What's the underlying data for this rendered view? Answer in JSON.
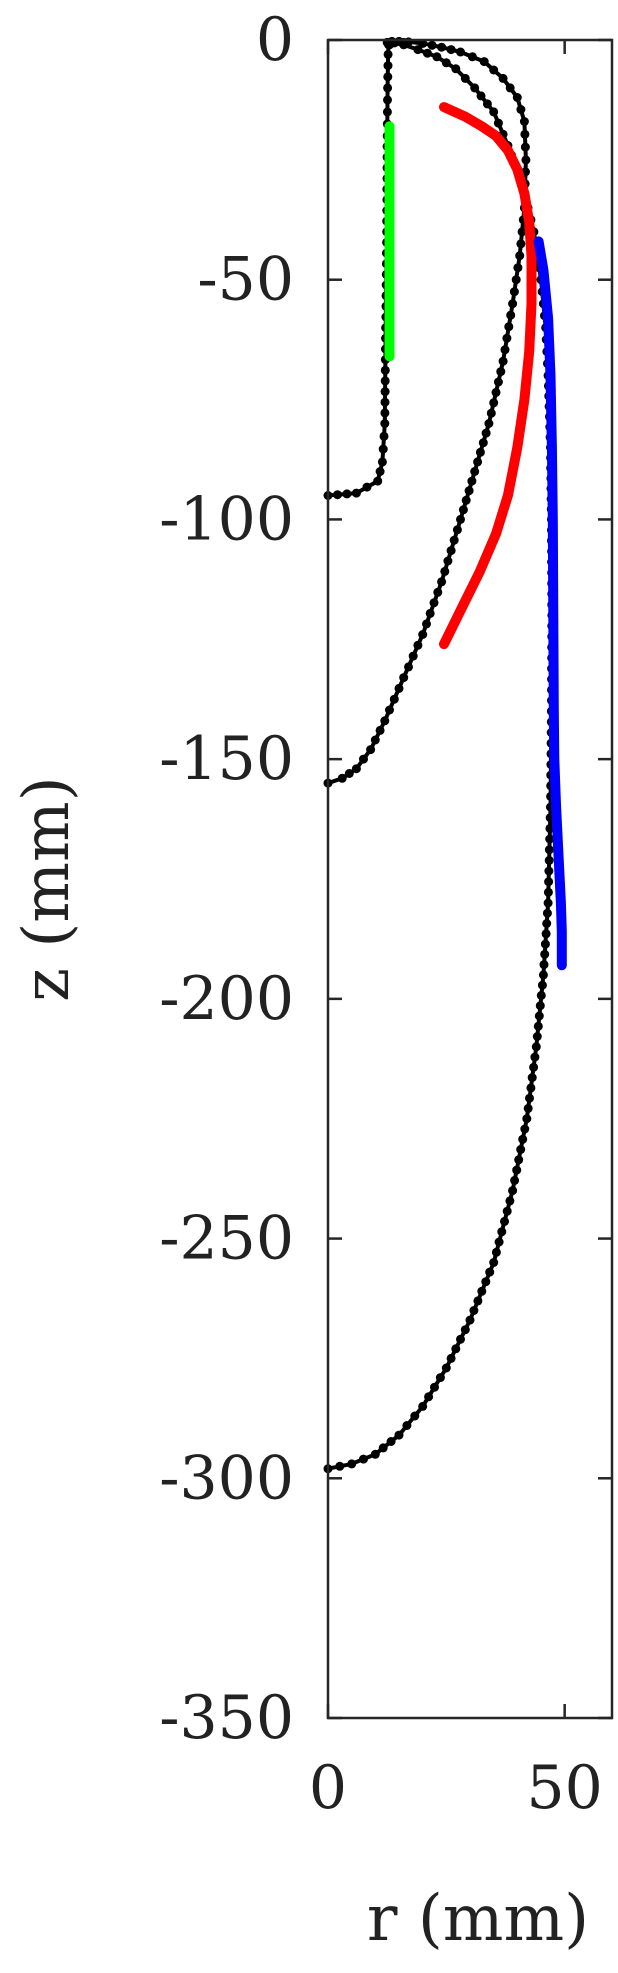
{
  "chart_data": {
    "type": "line",
    "xlabel": "r (mm)",
    "ylabel": "z (mm)",
    "xlim": [
      0,
      60
    ],
    "ylim": [
      -350,
      0
    ],
    "x_ticks": [
      0,
      50
    ],
    "y_ticks": [
      0,
      -50,
      -100,
      -150,
      -200,
      -250,
      -300,
      -350
    ],
    "grid": false,
    "legend": "none",
    "series": [
      {
        "color": "#000000",
        "style": "dots",
        "x": [
          0,
          6,
          10.5,
          11.5,
          12,
          12.2,
          12.4,
          12.5,
          12.6,
          12.7,
          12.8,
          13.0,
          13.5,
          16
        ],
        "y": [
          -95,
          -94.5,
          -92,
          -88,
          -80,
          -60,
          -40,
          -20,
          -10,
          -3,
          -1,
          -1,
          -0.5,
          -0.5
        ]
      },
      {
        "color": "#000000",
        "style": "dots",
        "x": [
          0,
          3,
          6,
          9,
          12,
          16,
          20,
          24,
          28,
          31,
          34,
          37,
          39,
          40.5,
          41.5,
          41.8,
          41.5,
          40,
          37,
          33,
          28,
          24,
          20,
          17,
          15,
          13.5,
          12.5
        ],
        "y": [
          -155,
          -154,
          -152,
          -148,
          -142,
          -133,
          -124,
          -113,
          -100,
          -90,
          -80,
          -67,
          -55,
          -45,
          -35,
          -25,
          -17,
          -12,
          -8,
          -4.5,
          -2.5,
          -1.5,
          -0.7,
          -0.4,
          -0.3,
          -0.3,
          -0.5
        ]
      },
      {
        "color": "#000000",
        "style": "dots",
        "x": [
          0,
          5,
          10,
          15,
          20,
          25,
          30,
          35,
          39,
          42,
          44,
          45.5,
          46.5,
          47,
          47.2,
          47.3,
          47.2,
          47,
          46.5,
          46,
          45,
          43.5,
          41,
          38,
          35,
          31,
          27,
          23,
          19,
          16,
          14,
          13
        ],
        "y": [
          -298,
          -297,
          -295,
          -291,
          -285,
          -277,
          -267,
          -255,
          -240,
          -225,
          -210,
          -195,
          -180,
          -160,
          -140,
          -120,
          -100,
          -85,
          -70,
          -60,
          -50,
          -40,
          -30,
          -22,
          -15,
          -10,
          -6,
          -3.5,
          -2,
          -1,
          -0.6,
          -0.5
        ]
      },
      {
        "color": "#ff0000",
        "style": "line",
        "x": [
          24.5,
          28,
          32,
          35.5,
          38,
          40,
          41.5,
          42.5,
          43,
          43,
          42.5,
          41.5,
          40,
          38,
          35.5,
          32.5,
          29,
          24.5
        ],
        "y": [
          -126,
          -119,
          -111,
          -103,
          -95,
          -85,
          -75,
          -65,
          -55,
          -45,
          -38,
          -32,
          -27,
          -23,
          -20,
          -18,
          -16,
          -14
        ]
      },
      {
        "color": "#0000ff",
        "style": "line",
        "x": [
          44.5,
          45.5,
          46.5,
          47,
          47.3,
          47.5,
          47.6,
          47.7,
          47.8,
          48.2,
          48.7,
          49.2,
          49.4,
          49.4
        ],
        "y": [
          -42,
          -48,
          -58,
          -70,
          -85,
          -100,
          -120,
          -140,
          -150,
          -160,
          -170,
          -180,
          -186,
          -193
        ]
      },
      {
        "color": "#00ff00",
        "style": "line",
        "x": [
          13,
          13
        ],
        "y": [
          -18,
          -66
        ]
      }
    ]
  }
}
